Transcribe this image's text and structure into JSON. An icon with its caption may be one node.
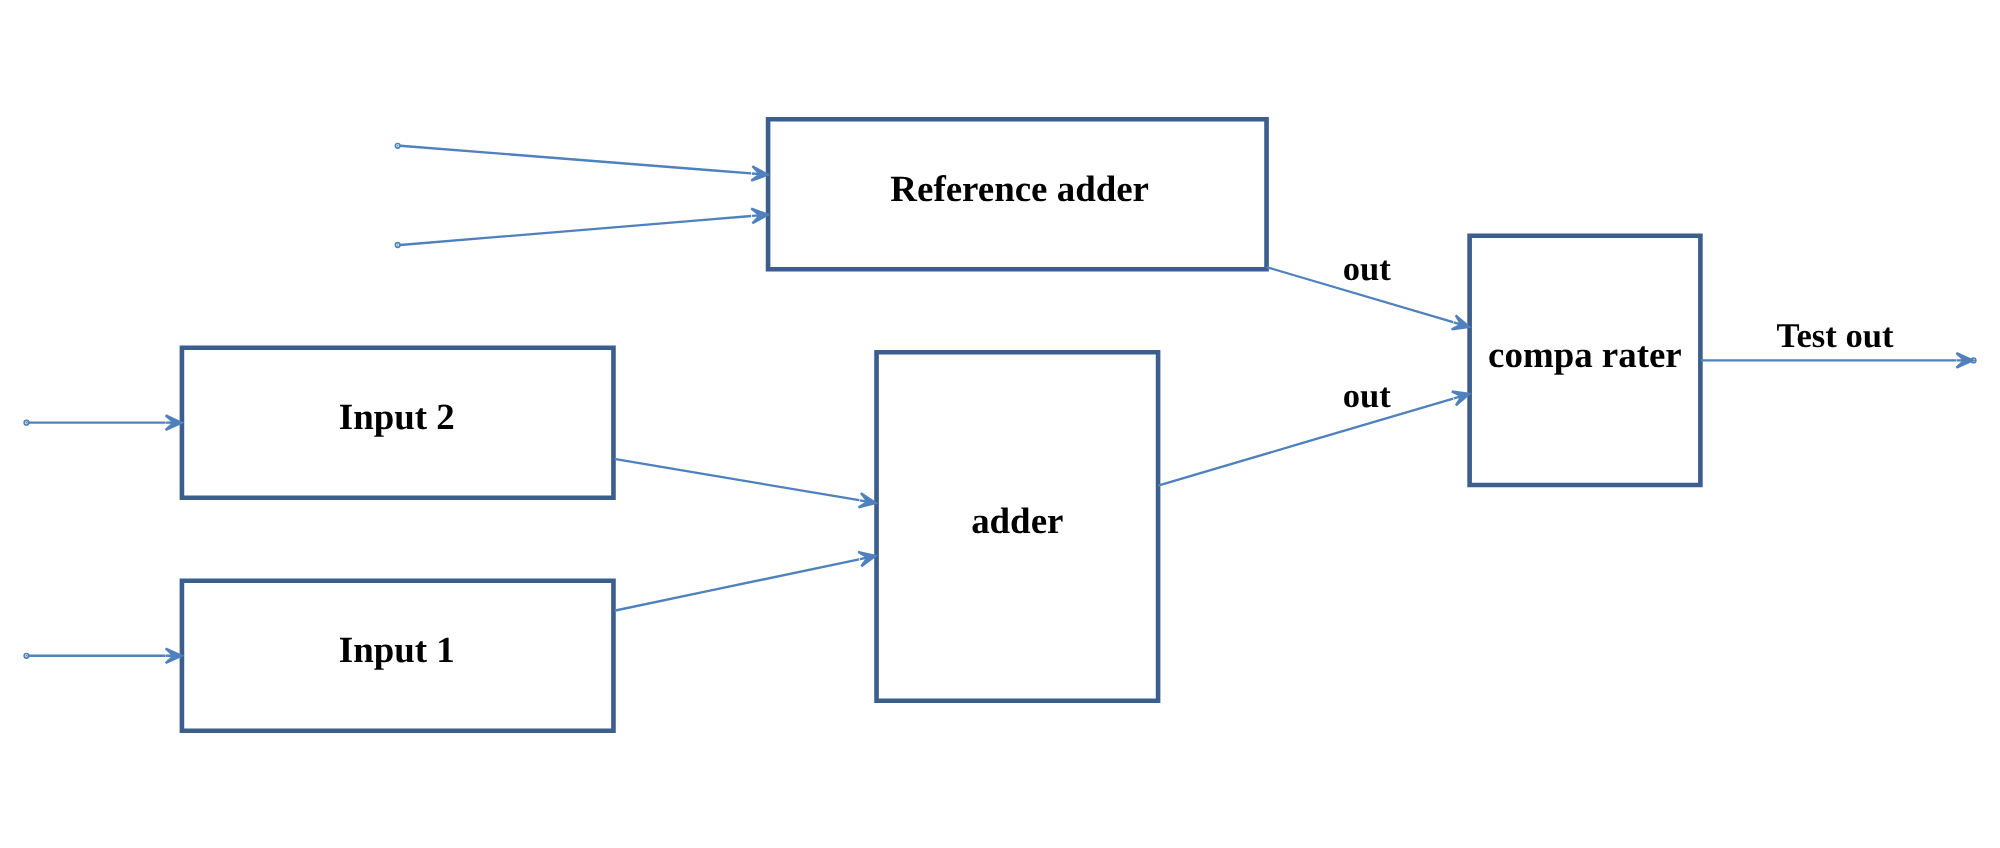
{
  "diagram": {
    "nodes": [
      {
        "text": [
          "Input 1"
        ]
      },
      {
        "text": [
          "Input 2"
        ]
      },
      {
        "text": [
          "adder"
        ]
      },
      {
        "text": [
          "compa rater"
        ]
      },
      {
        "text": [
          "Reference adder"
        ]
      }
    ],
    "edges": [
      {
        "from": null,
        "to": 0,
        "arrow": "to"
      },
      {
        "from": null,
        "to": 4,
        "arrow": "to"
      },
      {
        "from": null,
        "to": 1,
        "arrow": "to"
      },
      {
        "from": null,
        "to": 4,
        "arrow": "to"
      },
      {
        "from": 0,
        "to": 2,
        "arrow": "to"
      },
      {
        "from": 1,
        "to": 2,
        "arrow": "to"
      },
      {
        "from": 2,
        "to": 3,
        "arrow": "to",
        "label": "out"
      },
      {
        "from": 4,
        "to": 3,
        "arrow": "to",
        "label": "out"
      },
      {
        "from": 3,
        "to": null,
        "arrow": "to",
        "label": "Test out"
      }
    ]
  }
}
